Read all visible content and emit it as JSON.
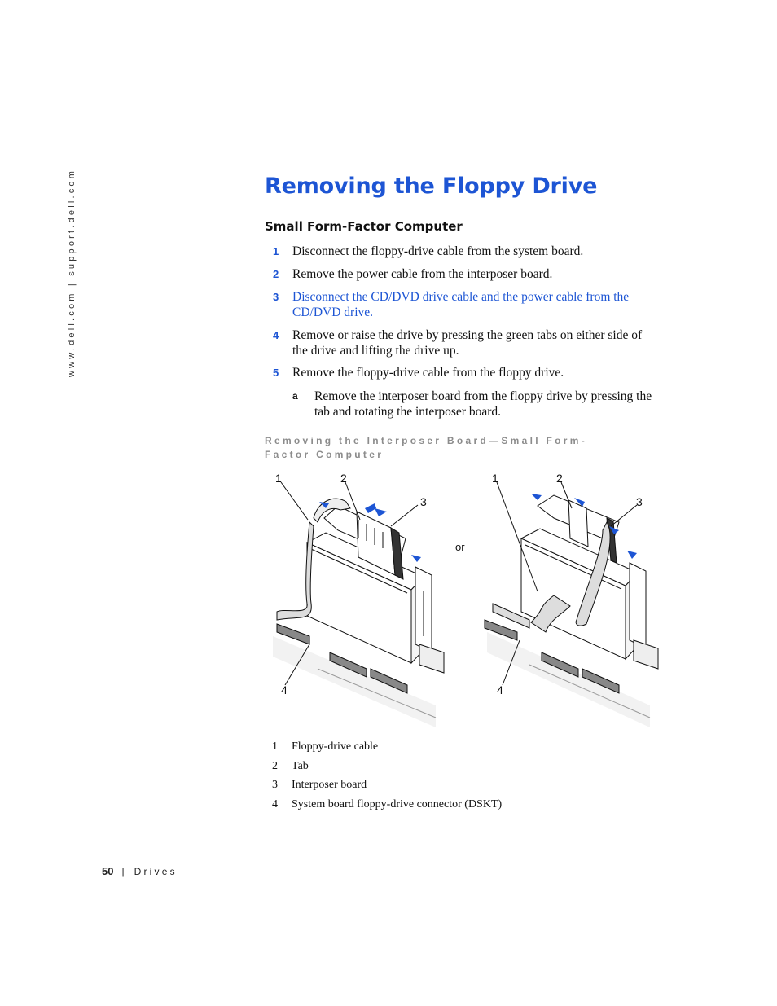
{
  "side_url": "www.dell.com | support.dell.com",
  "title": "Removing the Floppy Drive",
  "subtitle": "Small Form-Factor Computer",
  "steps": [
    {
      "num": "1",
      "text": "Disconnect the floppy-drive cable from the system board."
    },
    {
      "num": "2",
      "text": "Remove the power cable from the interposer board."
    },
    {
      "num": "3",
      "text": "Disconnect the CD/DVD drive cable and the power cable from the CD/DVD drive."
    },
    {
      "num": "4",
      "text": "Remove or raise the drive by pressing the green tabs on either side of the drive and lifting the drive up."
    },
    {
      "num": "5",
      "text": "Remove the floppy-drive cable from the floppy drive."
    }
  ],
  "substep": {
    "num": "a",
    "text": "Remove the interposer board from the floppy drive by pressing the tab and rotating the interposer board."
  },
  "figure_caption": "Removing the Interposer Board—Small Form-Factor Computer",
  "figure": {
    "left_callouts": [
      "1",
      "2",
      "3",
      "4"
    ],
    "right_callouts": [
      "1",
      "2",
      "3",
      "4"
    ],
    "or_label": "or"
  },
  "legend": [
    {
      "num": "1",
      "label": "Floppy-drive cable"
    },
    {
      "num": "2",
      "label": "Tab"
    },
    {
      "num": "3",
      "label": "Interposer board"
    },
    {
      "num": "4",
      "label": "System board floppy-drive connector (DSKT)"
    }
  ],
  "footer": {
    "page_number": "50",
    "separator": "|",
    "section": "Drives"
  },
  "colors": {
    "accent": "#1d55d4",
    "caption": "#8c8c8c"
  }
}
